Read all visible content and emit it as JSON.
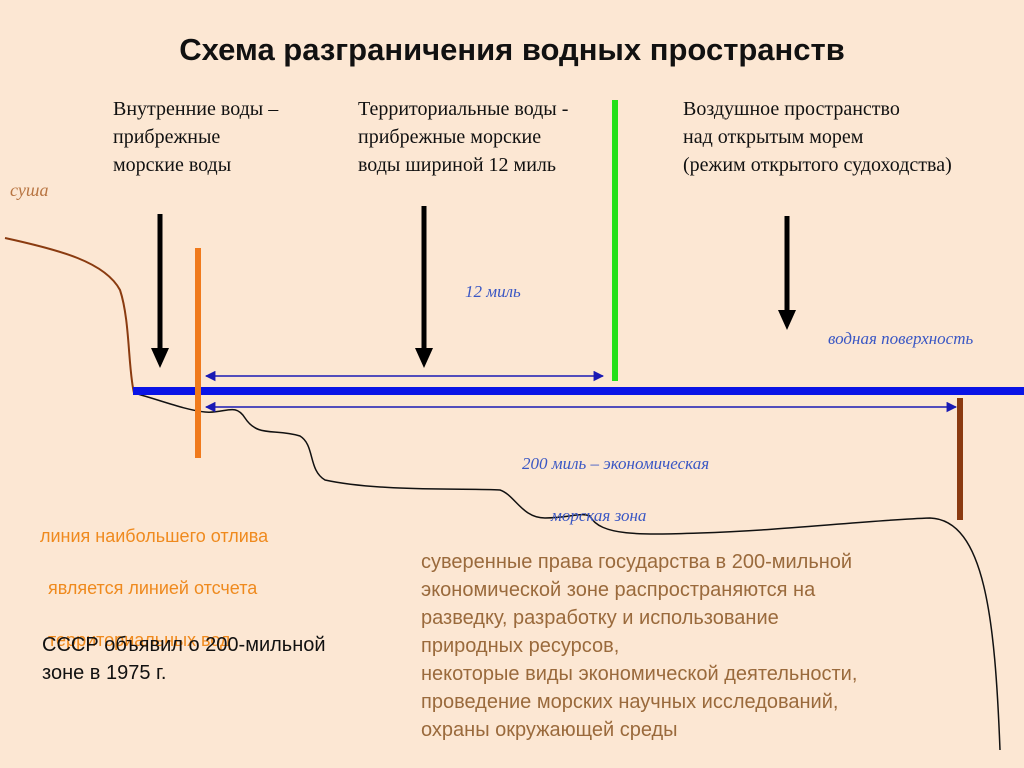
{
  "title": "Схема разграничения водных пространств",
  "headings": {
    "internal": "Внутренние воды –\nприбрежные\nморские воды",
    "territorial": "Территориальные воды -\nприбрежные морские\nводы шириной 12 миль",
    "airspace": "Воздушное пространство\nнад открытым морем\n(режим открытого судоходства)"
  },
  "labels": {
    "land": "суша",
    "water_surface": "водная поверхность",
    "miles_12": "12 миль",
    "miles_200_line1": "200  миль  – экономическая",
    "miles_200_line2": "морская   зона"
  },
  "low_tide_note": {
    "line1": "линия наибольшего отлива",
    "line2": "является линией отсчета",
    "line3": "территориальных вод"
  },
  "ussr_note": "СССР объявил о  200-мильной\nзоне в 1975 г.",
  "rights_note": "суверенные права государства в 200-мильной\nэкономической зоне распространяются на\nразведку, разработку и использование\nприродных ресурсов,\nнекоторые виды экономической деятельности,\nпроведение морских научных исследований,\nохраны окружающей среды",
  "colors": {
    "background": "#fce7d3",
    "water_line": "#0a14e6",
    "baseline_marker": "#f07a1c",
    "territorial_limit": "#22e01a",
    "eez_limit": "#8b3a10",
    "land_line": "#8a3b10",
    "arrow": "#000000",
    "dimension_arrow": "#1a1ab4"
  }
}
